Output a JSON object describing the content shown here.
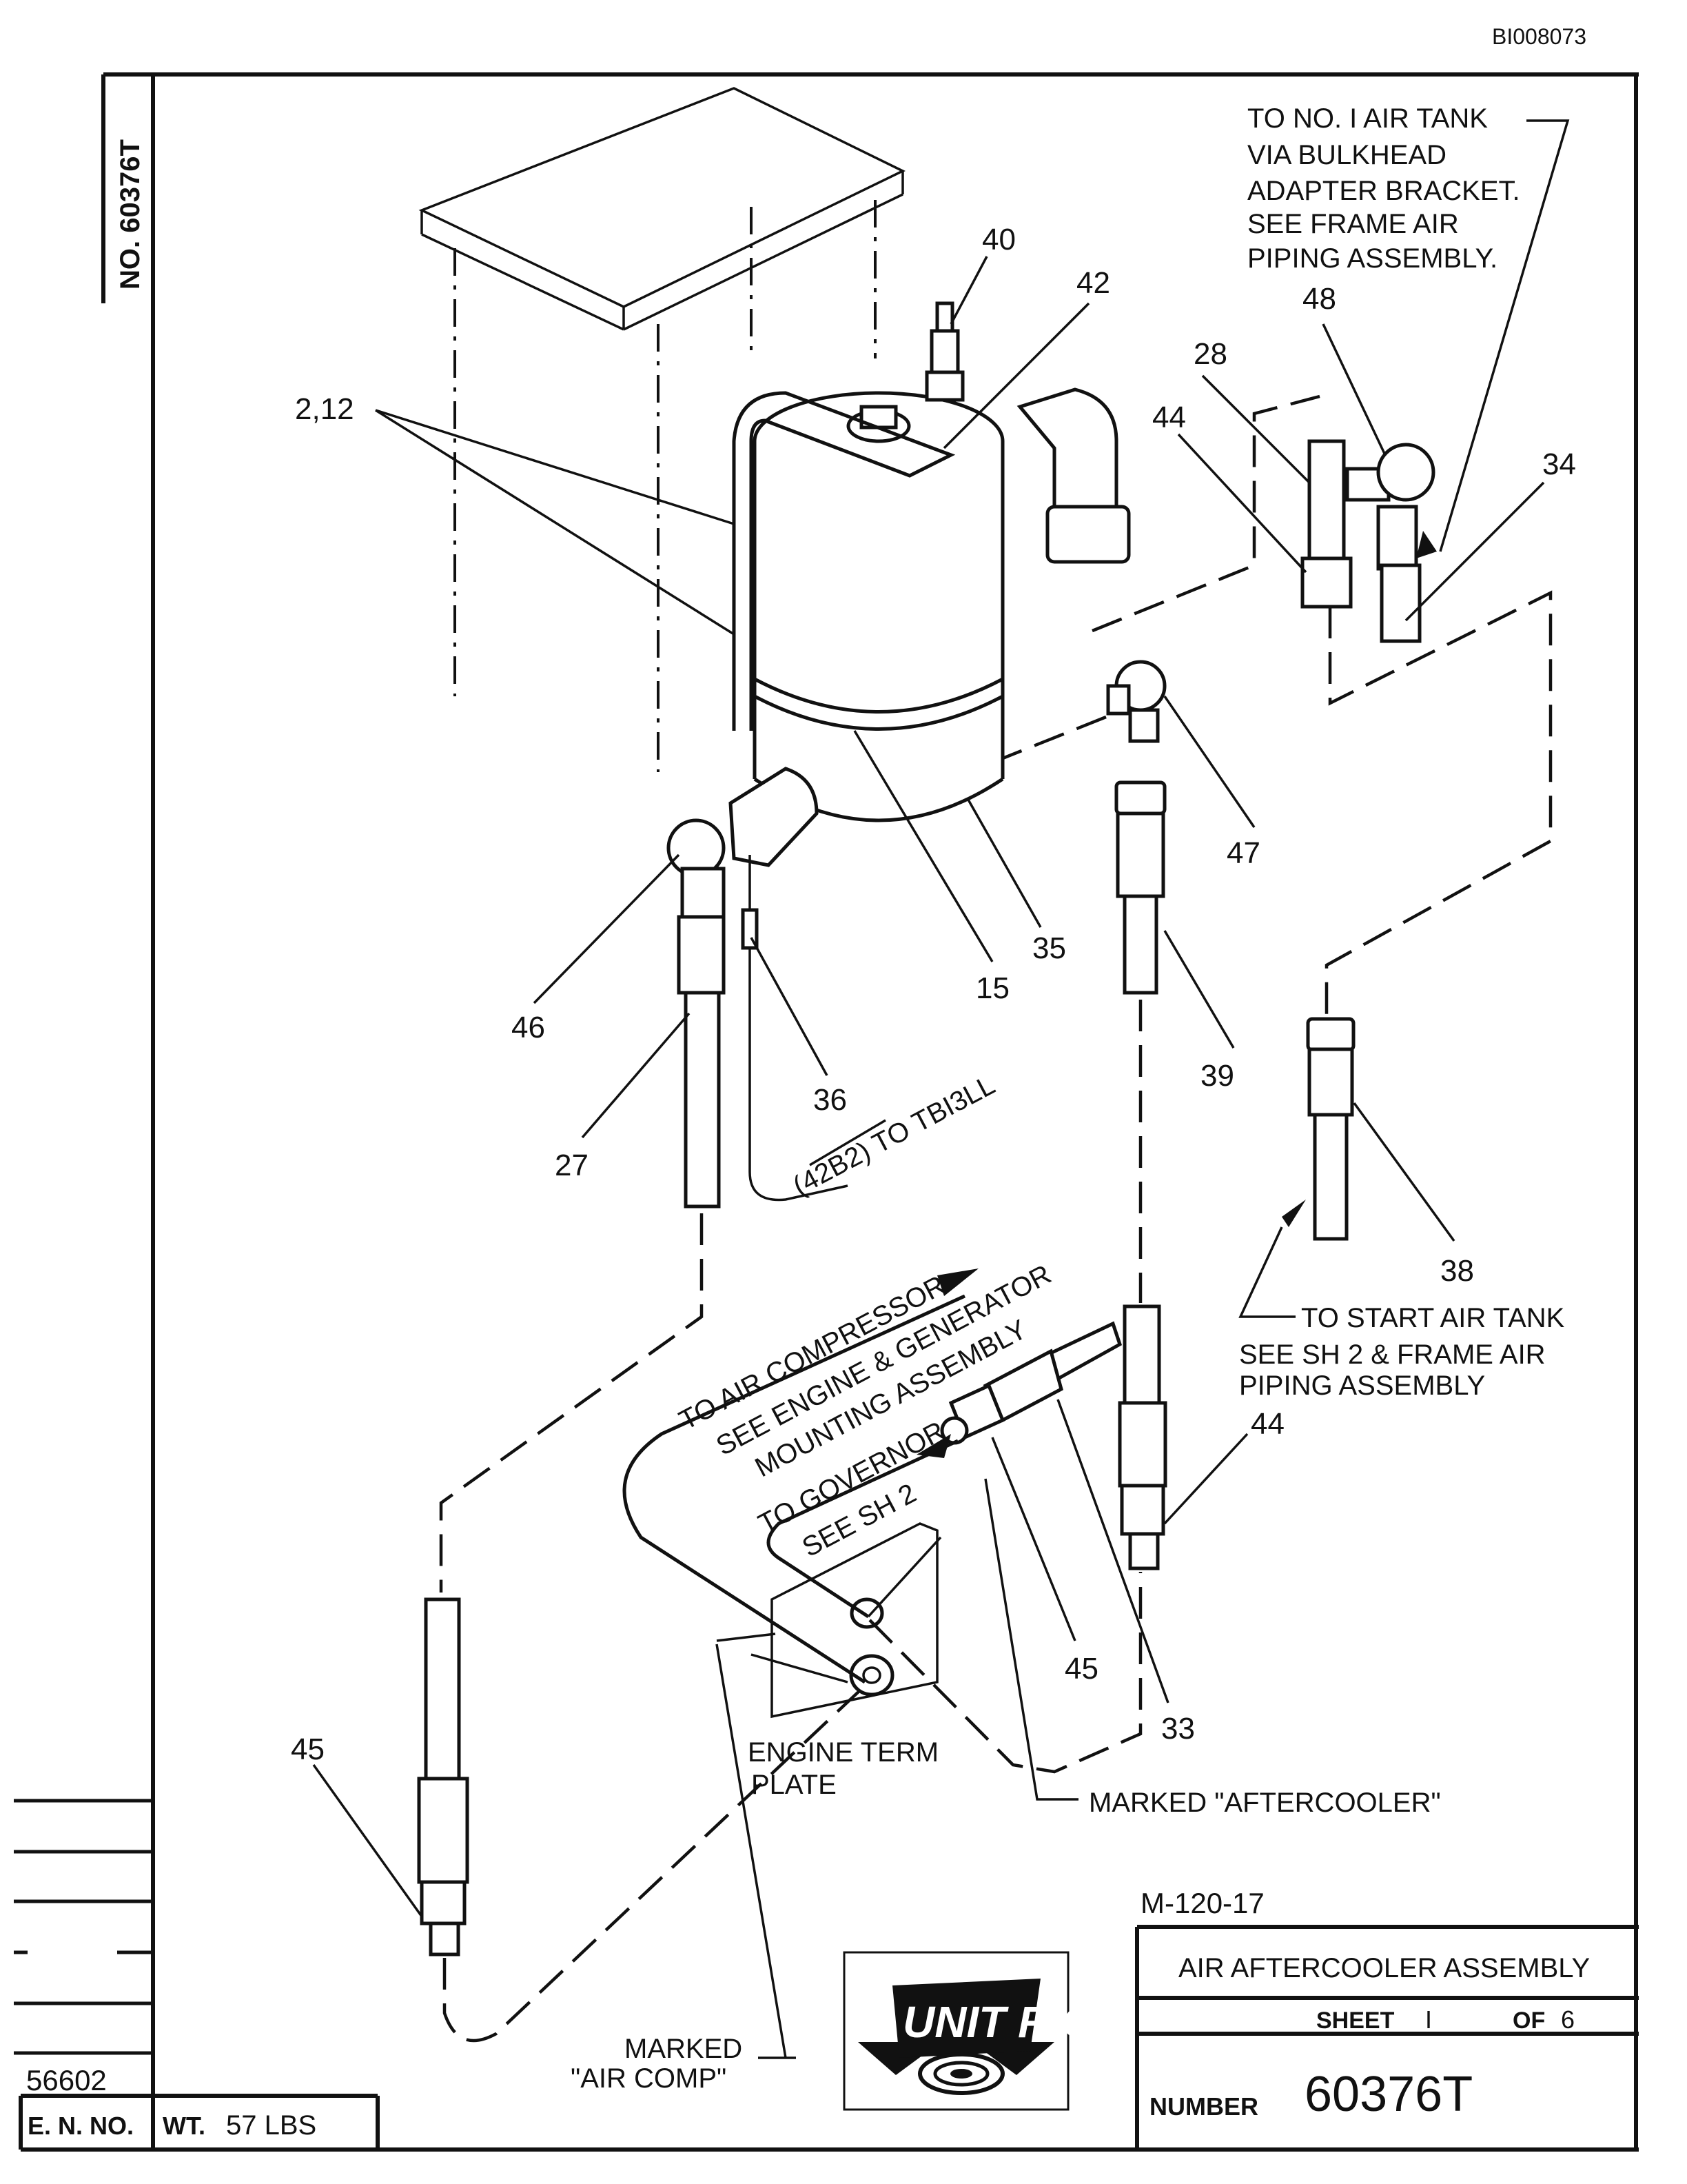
{
  "document_id": "BI008073",
  "side_number": "NO. 60376T",
  "callouts": {
    "c2_12": "2,12",
    "c15": "15",
    "c27": "27",
    "c28": "28",
    "c33": "33",
    "c34": "34",
    "c35": "35",
    "c36": "36",
    "c38": "38",
    "c39": "39",
    "c40": "40",
    "c42": "42",
    "c44a": "44",
    "c44b": "44",
    "c45a": "45",
    "c45b": "45",
    "c46": "46",
    "c47": "47",
    "c48": "48"
  },
  "notes": {
    "air_tank": [
      "TO NO. I AIR TANK",
      "VIA BULKHEAD",
      "ADAPTER BRACKET.",
      "SEE FRAME AIR",
      "PIPING ASSEMBLY."
    ],
    "start_tank": [
      "TO START AIR TANK",
      "SEE SH 2 & FRAME AIR",
      "PIPING ASSEMBLY"
    ],
    "compressor": [
      "TO AIR COMPRESSOR",
      "SEE ENGINE & GENERATOR",
      "MOUNTING ASSEMBLY"
    ],
    "governor": [
      "TO GOVERNOR",
      "SEE SH 2"
    ],
    "wire": "(42B2) TO TBI3LL",
    "term_plate": [
      "ENGINE TERM",
      "PLATE"
    ],
    "marked_aftercooler": "MARKED \"AFTERCOOLER\"",
    "marked_air_comp": [
      "MARKED",
      "\"AIR COMP\""
    ]
  },
  "title_block": {
    "drawing_ref": "M-120-17",
    "title": "AIR AFTERCOOLER ASSEMBLY",
    "sheet_label": "SHEET",
    "sheet_no": "I",
    "of_label": "OF",
    "of_total": "6",
    "number_label": "NUMBER",
    "number": "60376T",
    "logo_text": "UNIT RIG"
  },
  "left_block": {
    "ref": "56602",
    "en_label": "E. N. NO.",
    "wt_label": "WT.",
    "wt_value": "57 LBS"
  }
}
